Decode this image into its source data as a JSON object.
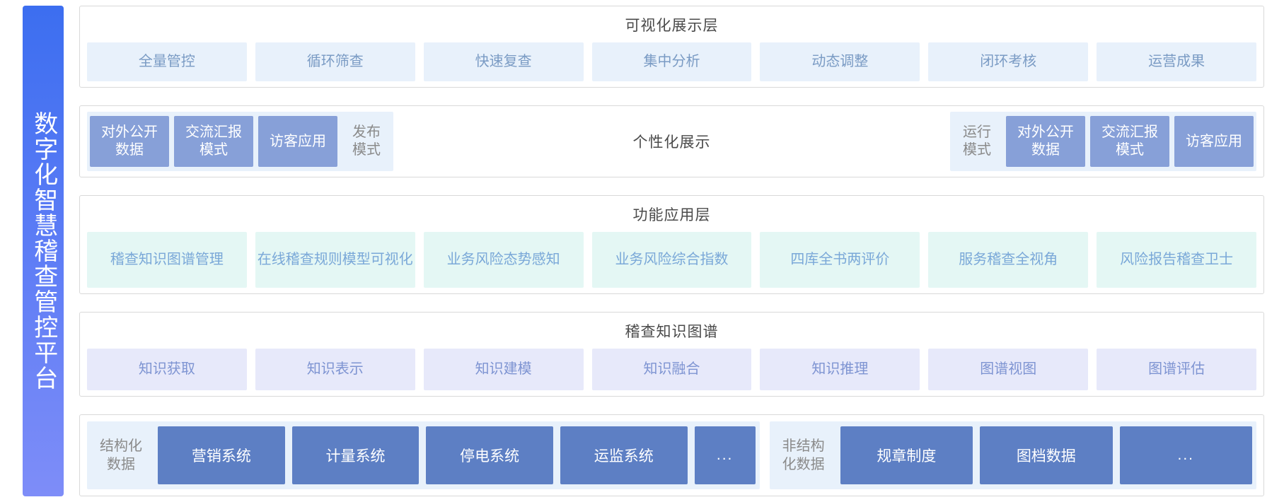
{
  "sidebar": {
    "title": "数字化智慧稽查管控平台"
  },
  "layers": [
    {
      "id": "visualization",
      "title": "可视化展示层",
      "items": [
        {
          "label": "全量管控"
        },
        {
          "label": "循环筛查"
        },
        {
          "label": "快速复查"
        },
        {
          "label": "集中分析"
        },
        {
          "label": "动态调整"
        },
        {
          "label": "闭环考核"
        },
        {
          "label": "运营成果"
        }
      ]
    },
    {
      "id": "personalized",
      "center_label": "个性化展示",
      "left_group": [
        {
          "label": "对外公开\n数据",
          "style": "solid"
        },
        {
          "label": "交流汇报\n模式",
          "style": "solid"
        },
        {
          "label": "访客应用",
          "style": "solid"
        },
        {
          "label": "发布\n模式",
          "style": "ghost"
        }
      ],
      "right_group": [
        {
          "label": "运行\n模式",
          "style": "ghost"
        },
        {
          "label": "对外公开\n数据",
          "style": "solid"
        },
        {
          "label": "交流汇报\n模式",
          "style": "solid"
        },
        {
          "label": "访客应用",
          "style": "solid"
        }
      ]
    },
    {
      "id": "function-application",
      "title": "功能应用层",
      "items": [
        {
          "label": "稽查知识图谱管理"
        },
        {
          "label": "在线稽查规则模型可视化"
        },
        {
          "label": "业务风险态势感知"
        },
        {
          "label": "业务风险综合指数"
        },
        {
          "label": "四库全书两评价"
        },
        {
          "label": "服务稽查全视角"
        },
        {
          "label": "风险报告稽查卫士"
        }
      ]
    },
    {
      "id": "knowledge-graph",
      "title": "稽查知识图谱",
      "items": [
        {
          "label": "知识获取"
        },
        {
          "label": "知识表示"
        },
        {
          "label": "知识建模"
        },
        {
          "label": "知识融合"
        },
        {
          "label": "知识推理"
        },
        {
          "label": "图谱视图"
        },
        {
          "label": "图谱评估"
        }
      ]
    },
    {
      "id": "data-sources",
      "structured": {
        "label": "结构化\n数据",
        "items": [
          {
            "label": "营销系统"
          },
          {
            "label": "计量系统"
          },
          {
            "label": "停电系统"
          },
          {
            "label": "运监系统"
          },
          {
            "label": "..."
          }
        ]
      },
      "unstructured": {
        "label": "非结构\n化数据",
        "items": [
          {
            "label": "规章制度"
          },
          {
            "label": "图档数据"
          },
          {
            "label": "..."
          }
        ]
      }
    }
  ],
  "colors": {
    "brand_gradient_start": "#3c6ef0",
    "brand_gradient_end": "#7e8df8",
    "chip_visualization_bg": "#e8f1fb",
    "chip_visualization_text": "#7a9bc4",
    "chip_function_bg": "#e4f7f4",
    "chip_function_text": "#7aa8d8",
    "chip_knowledge_bg": "#e7e9fa",
    "chip_knowledge_text": "#7e94d2",
    "tile_solid_bg": "#87a0d8",
    "source_tile_bg": "#5d7fc4",
    "card_border": "#d9d9d9",
    "title_text": "#4a4a4a"
  }
}
